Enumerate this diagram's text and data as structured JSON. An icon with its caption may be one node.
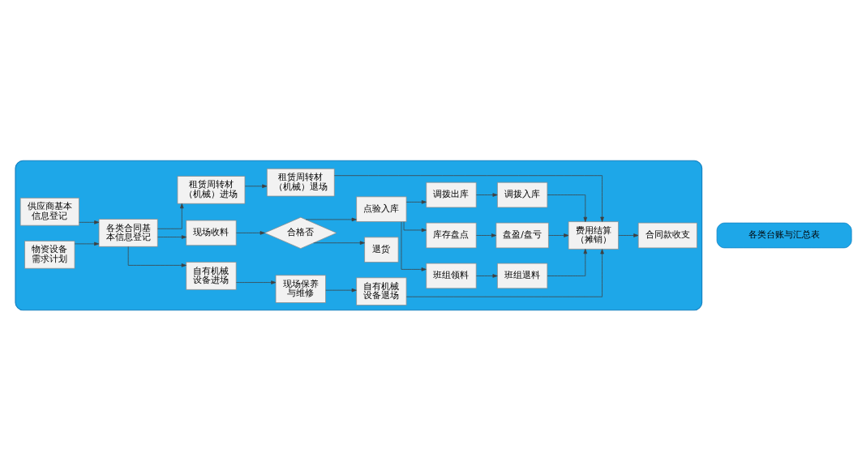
{
  "diagram": {
    "nodes": [
      {
        "text": [],
        "shape": "box"
      },
      {
        "text": [
          "供应商基本信息登记"
        ],
        "in": 0
      },
      {
        "text": [
          "各类合同基本信息登记"
        ],
        "in": 0
      },
      {
        "text": [
          "物资设备需求计划"
        ],
        "in": 0
      },
      {
        "text": [
          "自有机械设备进场"
        ],
        "in": 0
      },
      {
        "text": [
          "现场保养与维修"
        ],
        "in": 0
      },
      {
        "text": [
          "自有机械设备退场"
        ],
        "in": 0
      },
      {
        "text": [
          "现场收料"
        ],
        "in": 0
      },
      {
        "text": [
          "合格否"
        ],
        "in": 0
      },
      {
        "text": [
          "退货"
        ],
        "in": 0
      },
      {
        "text": [
          "点验入库"
        ],
        "in": 0
      },
      {
        "text": [
          "班组领料"
        ],
        "in": 0
      },
      {
        "text": [
          "班组退料"
        ],
        "in": 0
      },
      {
        "text": [
          "库存盘点"
        ],
        "in": 0
      },
      {
        "text": [
          "盘盈/盘亏"
        ],
        "in": 0
      },
      {
        "text": [
          "调拨出库"
        ],
        "in": 0
      },
      {
        "text": [
          "调拨入库"
        ],
        "in": 0
      },
      {
        "text": [
          "租赁周转材（机械）进场"
        ],
        "in": 0
      },
      {
        "text": [
          "租赁周转材（机械）退场"
        ],
        "in": 0
      },
      {
        "text": [
          "费用结算（摊销）"
        ],
        "in": 0
      },
      {
        "text": [
          "合同款收支"
        ],
        "in": 0
      },
      {
        "text": [
          "各类台账与汇总表"
        ]
      }
    ],
    "edges": [
      {
        "from": 1,
        "to": 2,
        "arrow": "to"
      },
      {
        "from": 3,
        "to": 2,
        "arrow": "to"
      },
      {
        "from": 2,
        "to": 4,
        "arrow": "to"
      },
      {
        "from": 2,
        "to": 7,
        "arrow": "to"
      },
      {
        "from": 2,
        "to": 17,
        "arrow": "to"
      },
      {
        "from": 4,
        "to": 5,
        "arrow": "to"
      },
      {
        "from": 5,
        "to": 6,
        "arrow": "to"
      },
      {
        "from": 6,
        "to": 19,
        "arrow": "to"
      },
      {
        "from": 7,
        "to": 8,
        "arrow": "to"
      },
      {
        "from": 8,
        "to": 10,
        "arrow": "to"
      },
      {
        "from": 8,
        "to": 9,
        "arrow": "to"
      },
      {
        "from": 10,
        "to": 11,
        "arrow": "to"
      },
      {
        "from": 10,
        "to": 13,
        "arrow": "to"
      },
      {
        "from": 10,
        "to": 15,
        "arrow": "to"
      },
      {
        "from": 11,
        "to": 12,
        "arrow": "to"
      },
      {
        "from": 13,
        "to": 14,
        "arrow": "to"
      },
      {
        "from": 15,
        "to": 16,
        "arrow": "to"
      },
      {
        "from": 12,
        "to": 19,
        "arrow": "to"
      },
      {
        "from": 14,
        "to": 19,
        "arrow": "to"
      },
      {
        "from": 16,
        "to": 19,
        "arrow": "to"
      },
      {
        "from": 17,
        "to": 18,
        "arrow": "to"
      },
      {
        "from": 18,
        "to": 19,
        "arrow": "to"
      },
      {
        "from": 19,
        "to": 20,
        "arrow": "to"
      }
    ]
  }
}
